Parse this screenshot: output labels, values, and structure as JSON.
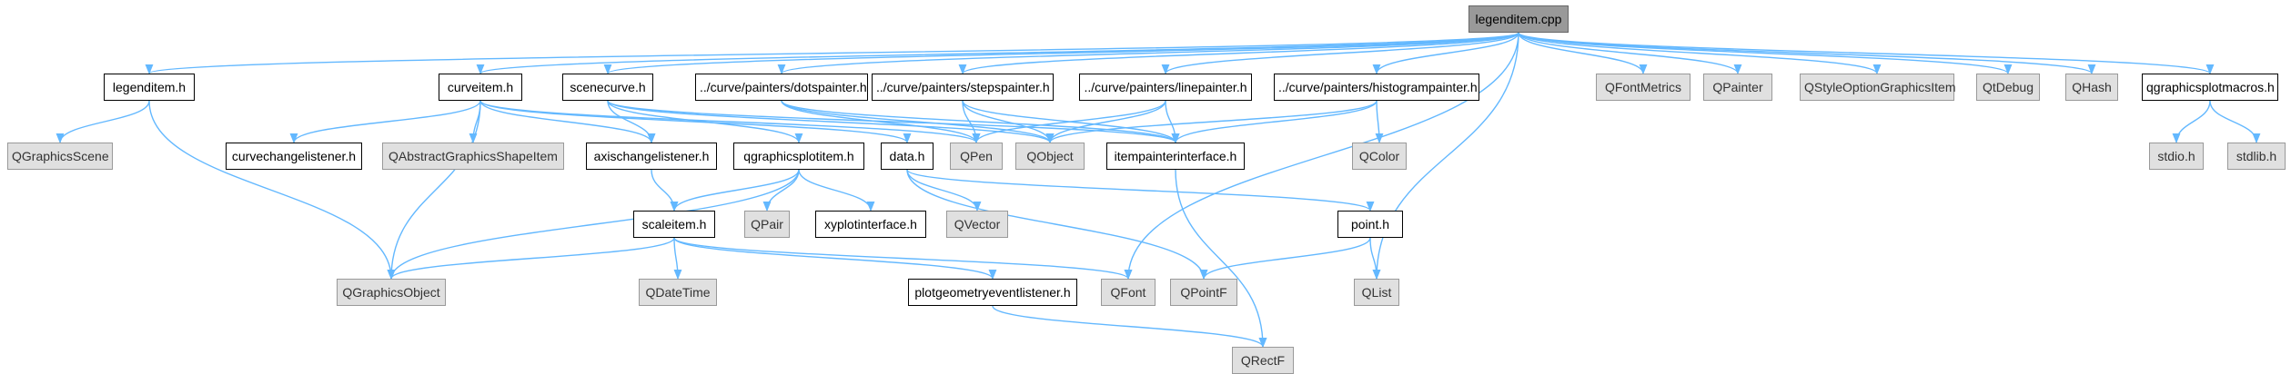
{
  "graph": {
    "edge_color": "#63b8ff",
    "colors": {
      "local_fill": "#ffffff",
      "local_border": "#000000",
      "external_fill": "#e0e0e0",
      "external_border": "#999999",
      "focus_fill": "#999999"
    },
    "nodes": [
      {
        "id": "legenditem_cpp",
        "label": "legenditem.cpp",
        "kind": "focus"
      },
      {
        "id": "legenditem_h",
        "label": "legenditem.h",
        "kind": "local"
      },
      {
        "id": "curveitem_h",
        "label": "curveitem.h",
        "kind": "local"
      },
      {
        "id": "scenecurve_h",
        "label": "scenecurve.h",
        "kind": "local"
      },
      {
        "id": "dotspainter_h",
        "label": "../curve/painters/dotspainter.h",
        "kind": "local"
      },
      {
        "id": "stepspainter_h",
        "label": "../curve/painters/stepspainter.h",
        "kind": "local"
      },
      {
        "id": "linepainter_h",
        "label": "../curve/painters/linepainter.h",
        "kind": "local"
      },
      {
        "id": "histogrampainter_h",
        "label": "../curve/painters/histogrampainter.h",
        "kind": "local"
      },
      {
        "id": "QFontMetrics",
        "label": "QFontMetrics",
        "kind": "external"
      },
      {
        "id": "QPainter",
        "label": "QPainter",
        "kind": "external"
      },
      {
        "id": "QStyleOptionGraphicsItem",
        "label": "QStyleOptionGraphicsItem",
        "kind": "external"
      },
      {
        "id": "QtDebug",
        "label": "QtDebug",
        "kind": "external"
      },
      {
        "id": "QHash",
        "label": "QHash",
        "kind": "external"
      },
      {
        "id": "qgraphicsplotmacros_h",
        "label": "qgraphicsplotmacros.h",
        "kind": "local"
      },
      {
        "id": "QGraphicsScene",
        "label": "QGraphicsScene",
        "kind": "external"
      },
      {
        "id": "curvechangelistener_h",
        "label": "curvechangelistener.h",
        "kind": "local"
      },
      {
        "id": "QAbstractGraphicsShapeItem",
        "label": "QAbstractGraphicsShapeItem",
        "kind": "external"
      },
      {
        "id": "axischangelistener_h",
        "label": "axischangelistener.h",
        "kind": "local"
      },
      {
        "id": "qgraphicsplotitem_h",
        "label": "qgraphicsplotitem.h",
        "kind": "local"
      },
      {
        "id": "data_h",
        "label": "data.h",
        "kind": "local"
      },
      {
        "id": "QPen",
        "label": "QPen",
        "kind": "external"
      },
      {
        "id": "QObject",
        "label": "QObject",
        "kind": "external"
      },
      {
        "id": "itempainterinterface_h",
        "label": "itempainterinterface.h",
        "kind": "local"
      },
      {
        "id": "QColor",
        "label": "QColor",
        "kind": "external"
      },
      {
        "id": "stdio_h",
        "label": "stdio.h",
        "kind": "external"
      },
      {
        "id": "stdlib_h",
        "label": "stdlib.h",
        "kind": "external"
      },
      {
        "id": "QPair",
        "label": "QPair",
        "kind": "external"
      },
      {
        "id": "xyplotinterface_h",
        "label": "xyplotinterface.h",
        "kind": "local"
      },
      {
        "id": "QVector",
        "label": "QVector",
        "kind": "external"
      },
      {
        "id": "scaleitem_h",
        "label": "scaleitem.h",
        "kind": "local"
      },
      {
        "id": "point_h",
        "label": "point.h",
        "kind": "local"
      },
      {
        "id": "QGraphicsObject",
        "label": "QGraphicsObject",
        "kind": "external"
      },
      {
        "id": "QDateTime",
        "label": "QDateTime",
        "kind": "external"
      },
      {
        "id": "plotgeometryeventlistener_h",
        "label": "plotgeometryeventlistener.h",
        "kind": "local"
      },
      {
        "id": "QFont",
        "label": "QFont",
        "kind": "external"
      },
      {
        "id": "QPointF",
        "label": "QPointF",
        "kind": "external"
      },
      {
        "id": "QList",
        "label": "QList",
        "kind": "external"
      },
      {
        "id": "QRectF",
        "label": "QRectF",
        "kind": "external"
      }
    ],
    "edges": [
      [
        "legenditem_cpp",
        "legenditem_h"
      ],
      [
        "legenditem_cpp",
        "curveitem_h"
      ],
      [
        "legenditem_cpp",
        "scenecurve_h"
      ],
      [
        "legenditem_cpp",
        "dotspainter_h"
      ],
      [
        "legenditem_cpp",
        "stepspainter_h"
      ],
      [
        "legenditem_cpp",
        "linepainter_h"
      ],
      [
        "legenditem_cpp",
        "histogrampainter_h"
      ],
      [
        "legenditem_cpp",
        "QFontMetrics"
      ],
      [
        "legenditem_cpp",
        "QPainter"
      ],
      [
        "legenditem_cpp",
        "QStyleOptionGraphicsItem"
      ],
      [
        "legenditem_cpp",
        "QtDebug"
      ],
      [
        "legenditem_cpp",
        "QHash"
      ],
      [
        "legenditem_cpp",
        "qgraphicsplotmacros_h"
      ],
      [
        "legenditem_cpp",
        "QFont"
      ],
      [
        "legenditem_cpp",
        "QList"
      ],
      [
        "legenditem_h",
        "QGraphicsScene"
      ],
      [
        "legenditem_h",
        "QGraphicsObject"
      ],
      [
        "curveitem_h",
        "curvechangelistener_h"
      ],
      [
        "curveitem_h",
        "QAbstractGraphicsShapeItem"
      ],
      [
        "curveitem_h",
        "axischangelistener_h"
      ],
      [
        "curveitem_h",
        "QGraphicsObject"
      ],
      [
        "curveitem_h",
        "data_h"
      ],
      [
        "curveitem_h",
        "QPen"
      ],
      [
        "scenecurve_h",
        "axischangelistener_h"
      ],
      [
        "scenecurve_h",
        "qgraphicsplotitem_h"
      ],
      [
        "scenecurve_h",
        "QObject"
      ],
      [
        "scenecurve_h",
        "itempainterinterface_h"
      ],
      [
        "dotspainter_h",
        "QPen"
      ],
      [
        "dotspainter_h",
        "QObject"
      ],
      [
        "dotspainter_h",
        "itempainterinterface_h"
      ],
      [
        "stepspainter_h",
        "QPen"
      ],
      [
        "stepspainter_h",
        "QObject"
      ],
      [
        "stepspainter_h",
        "itempainterinterface_h"
      ],
      [
        "linepainter_h",
        "QPen"
      ],
      [
        "linepainter_h",
        "QObject"
      ],
      [
        "linepainter_h",
        "itempainterinterface_h"
      ],
      [
        "histogrampainter_h",
        "itempainterinterface_h"
      ],
      [
        "histogrampainter_h",
        "QColor"
      ],
      [
        "histogrampainter_h",
        "QObject"
      ],
      [
        "qgraphicsplotmacros_h",
        "stdio_h"
      ],
      [
        "qgraphicsplotmacros_h",
        "stdlib_h"
      ],
      [
        "axischangelistener_h",
        "scaleitem_h"
      ],
      [
        "qgraphicsplotitem_h",
        "scaleitem_h"
      ],
      [
        "qgraphicsplotitem_h",
        "QPair"
      ],
      [
        "qgraphicsplotitem_h",
        "xyplotinterface_h"
      ],
      [
        "qgraphicsplotitem_h",
        "QGraphicsObject"
      ],
      [
        "data_h",
        "QVector"
      ],
      [
        "data_h",
        "point_h"
      ],
      [
        "data_h",
        "QPointF"
      ],
      [
        "scaleitem_h",
        "QGraphicsObject"
      ],
      [
        "scaleitem_h",
        "QDateTime"
      ],
      [
        "scaleitem_h",
        "plotgeometryeventlistener_h"
      ],
      [
        "scaleitem_h",
        "QFont"
      ],
      [
        "point_h",
        "QPointF"
      ],
      [
        "point_h",
        "QList"
      ],
      [
        "plotgeometryeventlistener_h",
        "QRectF"
      ],
      [
        "itempainterinterface_h",
        "QRectF"
      ]
    ]
  }
}
